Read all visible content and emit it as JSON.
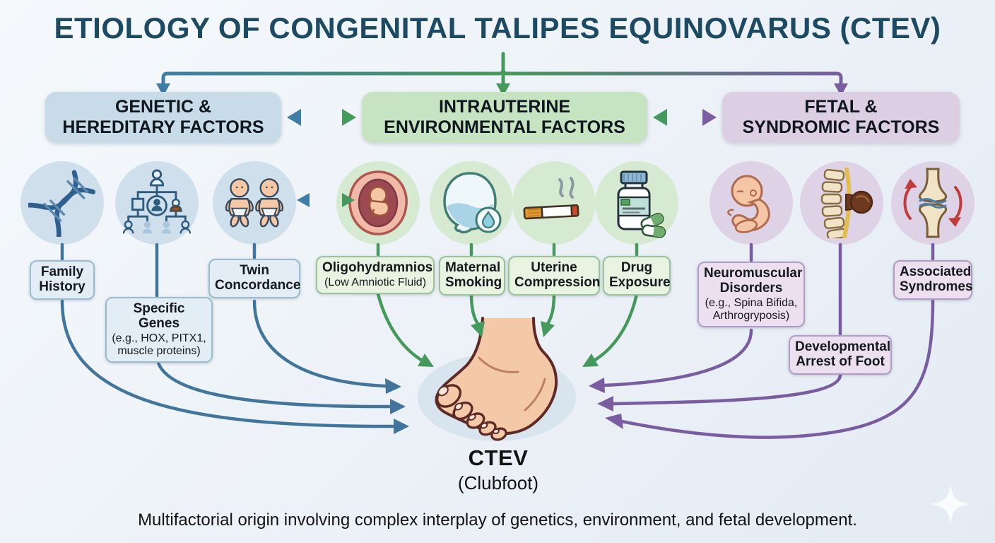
{
  "title": "ETIOLOGY OF CONGENITAL TALIPES EQUINOVARUS (CTEV)",
  "categories": {
    "genetic": {
      "line1": "GENETIC &",
      "line2": "HEREDITARY FACTORS"
    },
    "intrauterine": {
      "line1": "INTRAUTERINE",
      "line2": "ENVIRONMENTAL FACTORS"
    },
    "fetal": {
      "line1": "FETAL &",
      "line2": "SYNDROMIC FACTORS"
    }
  },
  "factors": {
    "family_history": {
      "label": "Family History"
    },
    "specific_genes": {
      "label": "Specific Genes",
      "detail": "(e.g., HOX, PITX1, muscle proteins)"
    },
    "twin_concordance": {
      "label": "Twin Concordance"
    },
    "oligohydramnios": {
      "label": "Oligohydramnios",
      "detail": "(Low Amniotic Fluid)"
    },
    "maternal_smoking": {
      "label": "Maternal Smoking"
    },
    "uterine_compression": {
      "label": "Uterine Compression"
    },
    "drug_exposure": {
      "label": "Drug Exposure"
    },
    "neuromuscular_disorders": {
      "label": "Neuromuscular Disorders",
      "detail": "(e.g., Spina Bifida, Arthrogryposis)"
    },
    "developmental_arrest": {
      "label": "Developmental Arrest of Foot"
    },
    "associated_syndromes": {
      "label": "Associated Syndromes"
    }
  },
  "center": {
    "label": "CTEV",
    "sublabel": "(Clubfoot)"
  },
  "footer": "Multifactorial origin involving complex interplay of genetics, environment, and fetal development.",
  "icons": {
    "genetic": [
      "dna-icon",
      "family-pedigree-icon",
      "twin-babies-icon"
    ],
    "intrauterine": [
      "fetus-in-uterus-icon",
      "amniotic-sac-low-fluid-icon",
      "cigarette-smoke-icon",
      "medication-bottle-icon"
    ],
    "fetal": [
      "curled-fetus-icon",
      "spina-bifida-spine-icon",
      "joint-contracture-icon"
    ],
    "center_illustration": "clubfoot-illustration",
    "decor": "sparkle-icon"
  },
  "colors": {
    "background": "#edf2f8",
    "title_text": "#1c4a63",
    "genetic_accent": "#3e7da5",
    "intrauterine_accent": "#46995c",
    "fetal_accent": "#7a5da1",
    "genetic_box": "#c7dbe9",
    "intrauterine_box": "#c6e3c2",
    "fetal_box": "#dccfe4"
  }
}
